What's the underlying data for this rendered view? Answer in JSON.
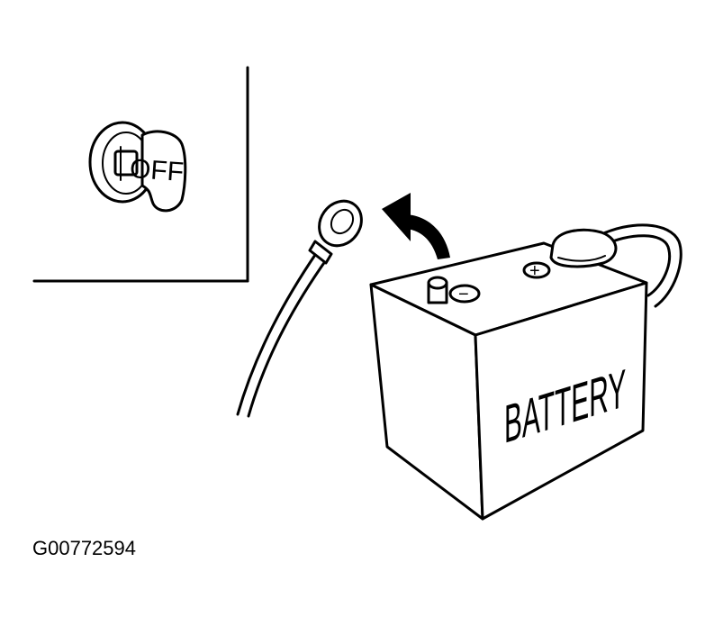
{
  "figure": {
    "code": "G00772594"
  },
  "ignition": {
    "position_label": "OFF"
  },
  "battery": {
    "label": "BATTERY",
    "negative_symbol": "−",
    "positive_symbol": "+"
  },
  "icons": {
    "ignition_key": "ignition-key-icon",
    "arrow": "curved-arrow-icon",
    "cable": "negative-cable-icon",
    "battery": "battery-icon"
  }
}
